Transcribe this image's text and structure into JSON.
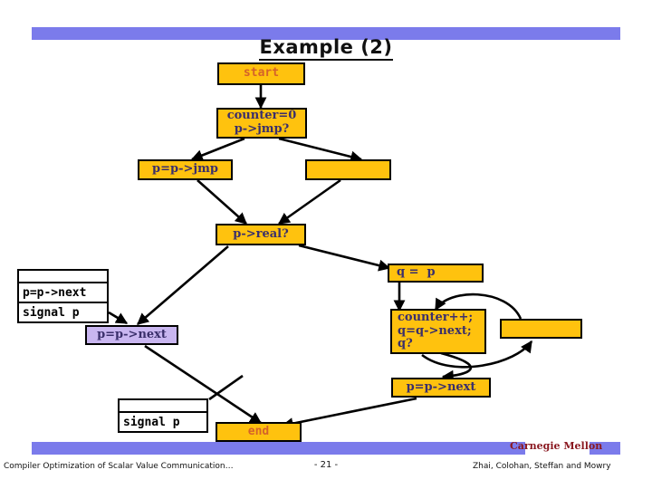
{
  "slide": {
    "title": "Example (2)",
    "accent_bar_color": "#7b7beb",
    "node_fill": "#ffc20e",
    "node_fill_alt": "#c9b6f0",
    "terminal_text_color": "#d4622a",
    "node_text_color": "#3a2f6b"
  },
  "nodes": {
    "start": "start",
    "counter_init": "counter=0\np->jmp?",
    "p_jmp": "p=p->jmp",
    "empty_top_right": "",
    "p_real": "p->real?",
    "q_assign": "q =  p",
    "counter_inc": "counter++;\nq=q->next;\nq?",
    "empty_mid_right": "",
    "p_next_lavender": "p=p->next",
    "p_next_bottom": "p=p->next",
    "end": "end"
  },
  "white_boxes": {
    "left_stack": {
      "rows": [
        "p=p->next",
        "signal p"
      ]
    },
    "bottom_stack": {
      "rows": [
        "signal p"
      ]
    }
  },
  "footer": {
    "left": "Compiler Optimization of Scalar Value Communication…",
    "page": "- 21 -",
    "institution": "Carnegie Mellon",
    "authors": "Zhai, Colohan, Steffan and Mowry"
  }
}
